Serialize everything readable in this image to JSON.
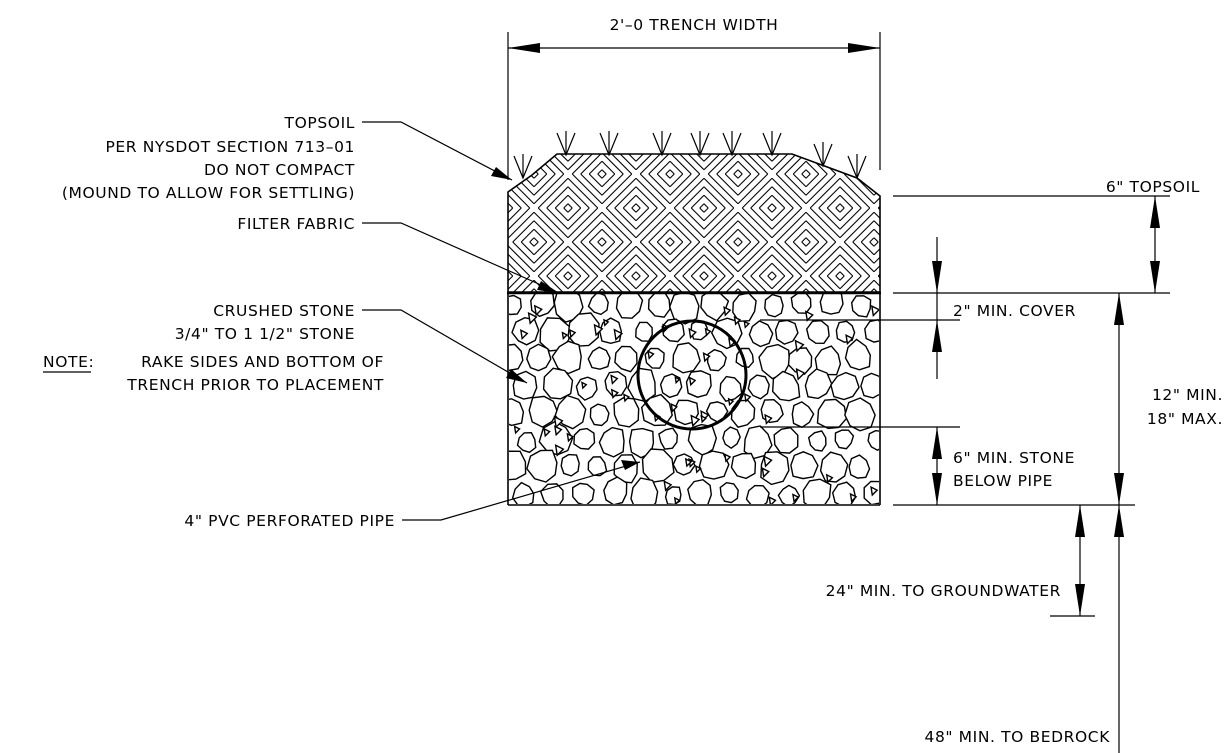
{
  "labels": {
    "trench_width": "2'–0 TRENCH WIDTH",
    "topsoil_title": "TOPSOIL",
    "topsoil_spec": "PER NYSDOT SECTION 713–01",
    "topsoil_compact": "DO NOT COMPACT",
    "topsoil_mound": "(MOUND TO ALLOW FOR SETTLING)",
    "filter_fabric": "FILTER FABRIC",
    "crushed_stone": "CRUSHED STONE",
    "stone_size": "3/4\" TO 1 1/2\" STONE",
    "note_prefix": "NOTE:",
    "note_line1": "RAKE SIDES AND BOTTOM OF",
    "note_line2": "TRENCH PRIOR TO PLACEMENT",
    "pipe": "4\" PVC PERFORATED PIPE",
    "dim_topsoil": "6\" TOPSOIL",
    "dim_cover": "2\" MIN. COVER",
    "dim_min_total": "12\" MIN.",
    "dim_max_total": "18\" MAX.",
    "dim_stone_line1": "6\" MIN. STONE",
    "dim_stone_line2": "BELOW PIPE",
    "dim_groundwater": "24\" MIN. TO GROUNDWATER",
    "dim_bedrock": "48\" MIN. TO BEDROCK"
  }
}
